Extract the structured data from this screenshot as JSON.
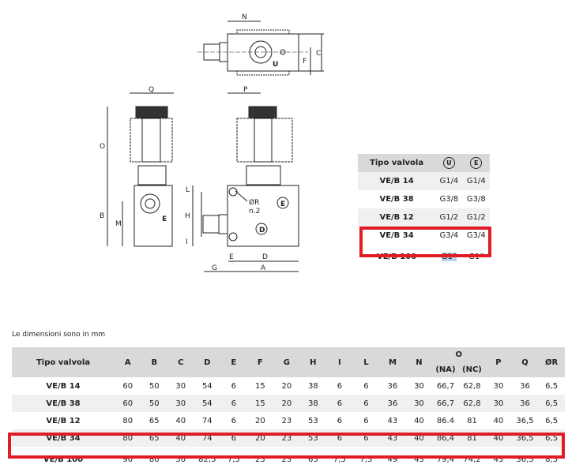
{
  "diagram": {
    "labels": {
      "N": "N",
      "C": "C",
      "F": "F",
      "U": "U",
      "Q": "Q",
      "O": "O",
      "B": "B",
      "M": "M",
      "E_left": "E",
      "P": "P",
      "L": "L",
      "H": "H",
      "I": "I",
      "R": "ØR",
      "n2": "n.2",
      "E_circle": "E",
      "D_circle": "D",
      "E_dim": "E",
      "D_dim": "D",
      "G": "G",
      "A": "A"
    }
  },
  "ports_table": {
    "headers": [
      "Tipo valvola",
      "U",
      "E"
    ],
    "rows": [
      [
        "VE/B 14",
        "G1/4",
        "G1/4"
      ],
      [
        "VE/B 38",
        "G3/8",
        "G3/8"
      ],
      [
        "VE/B 12",
        "G1/2",
        "G1/2"
      ],
      [
        "VE/B 34",
        "G3/4",
        "G3/4"
      ],
      [
        "VE/B 100",
        "G1”",
        "G1”"
      ]
    ]
  },
  "note": "Le dimensioni sono in mm",
  "dim_table": {
    "headers": [
      "Tipo valvola",
      "A",
      "B",
      "C",
      "D",
      "E",
      "F",
      "G",
      "H",
      "I",
      "L",
      "M",
      "N",
      "O",
      "P",
      "Q",
      "ØR"
    ],
    "sub_headers": [
      "(NA)",
      "(NC)"
    ],
    "rows": [
      [
        "VE/B 14",
        "60",
        "50",
        "30",
        "54",
        "6",
        "15",
        "20",
        "38",
        "6",
        "6",
        "36",
        "30",
        "66,7",
        "62,8",
        "30",
        "36",
        "6,5"
      ],
      [
        "VE/B 38",
        "60",
        "50",
        "30",
        "54",
        "6",
        "15",
        "20",
        "38",
        "6",
        "6",
        "36",
        "30",
        "66,7",
        "62,8",
        "30",
        "36",
        "6,5"
      ],
      [
        "VE/B 12",
        "80",
        "65",
        "40",
        "74",
        "6",
        "20",
        "23",
        "53",
        "6",
        "6",
        "43",
        "40",
        "86.4",
        "81",
        "40",
        "36,5",
        "6,5"
      ],
      [
        "VE/B 34",
        "80",
        "65",
        "40",
        "74",
        "6",
        "20",
        "23",
        "53",
        "6",
        "6",
        "43",
        "40",
        "86,4",
        "81",
        "40",
        "36,5",
        "6,5"
      ],
      [
        "VE/B 100",
        "90",
        "80",
        "50",
        "82,5",
        "7,5",
        "25",
        "23",
        "65",
        "7,5",
        "7,5",
        "49",
        "43",
        "79,4",
        "74,2",
        "43",
        "36,5",
        "8,5"
      ]
    ]
  }
}
